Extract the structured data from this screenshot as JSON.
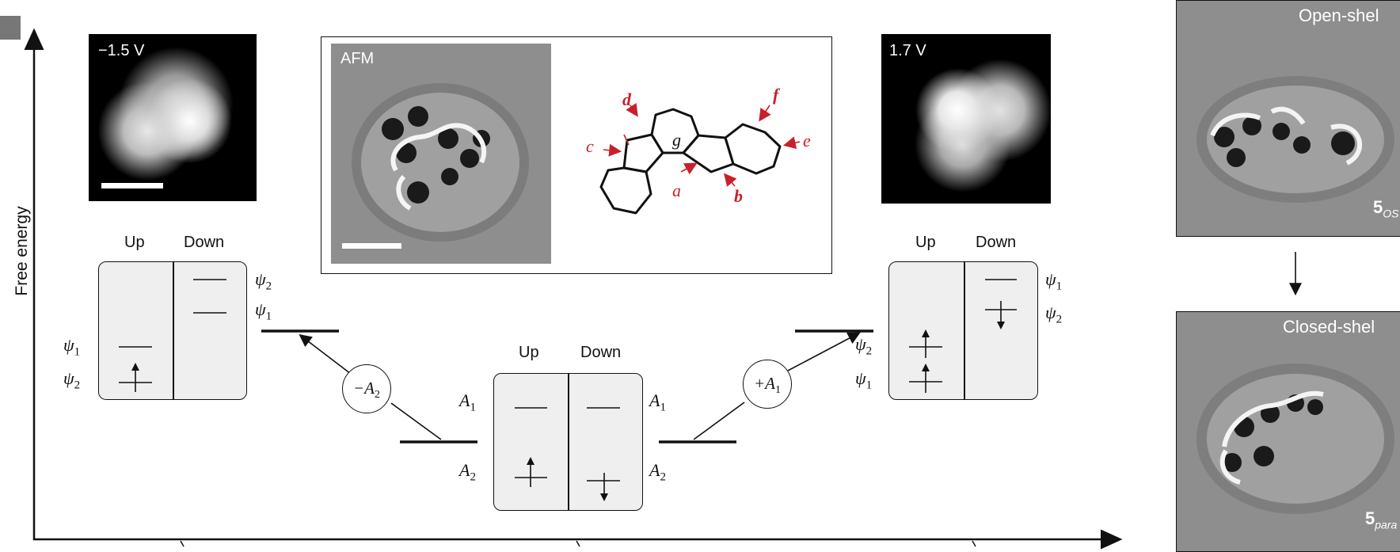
{
  "panel_marker": "",
  "axis": {
    "y_label": "Free energy"
  },
  "images": {
    "stm_left": {
      "label": "−1.5 V"
    },
    "afm": {
      "label": "AFM"
    },
    "stm_right": {
      "label": "1.7 V"
    },
    "side_top": {
      "label": "Open-shel",
      "symbol": "5",
      "subscript": "OS"
    },
    "side_bottom": {
      "label": "Closed-shel",
      "symbol": "5",
      "subscript": "para"
    }
  },
  "structure_labels": {
    "a": "a",
    "b": "b",
    "c": "c",
    "d": "d",
    "e": "e",
    "f": "f",
    "g": "g"
  },
  "left_box": {
    "col_up": "Up",
    "col_down": "Down",
    "left_orbitals": [
      {
        "sym": "ψ",
        "sub": "1"
      },
      {
        "sym": "ψ",
        "sub": "2"
      }
    ],
    "right_orbitals": [
      {
        "sym": "ψ",
        "sub": "2"
      },
      {
        "sym": "ψ",
        "sub": "1"
      }
    ]
  },
  "center_box": {
    "col_up": "Up",
    "col_down": "Down",
    "left_orbitals": [
      {
        "sym": "A",
        "sub": "1"
      },
      {
        "sym": "A",
        "sub": "2"
      }
    ],
    "right_orbitals": [
      {
        "sym": "A",
        "sub": "1"
      },
      {
        "sym": "A",
        "sub": "2"
      }
    ]
  },
  "right_box": {
    "col_up": "Up",
    "col_down": "Down",
    "left_orbitals": [
      {
        "sym": "ψ",
        "sub": "2"
      },
      {
        "sym": "ψ",
        "sub": "1"
      }
    ],
    "right_orbitals": [
      {
        "sym": "ψ",
        "sub": "1"
      },
      {
        "sym": "ψ",
        "sub": "2"
      }
    ]
  },
  "transitions": {
    "left": {
      "sign": "−A",
      "sub": "2"
    },
    "right": {
      "sign": "+A",
      "sub": "1"
    }
  },
  "colors": {
    "accent_red": "#c8202a",
    "box_fill": "#efefef"
  }
}
